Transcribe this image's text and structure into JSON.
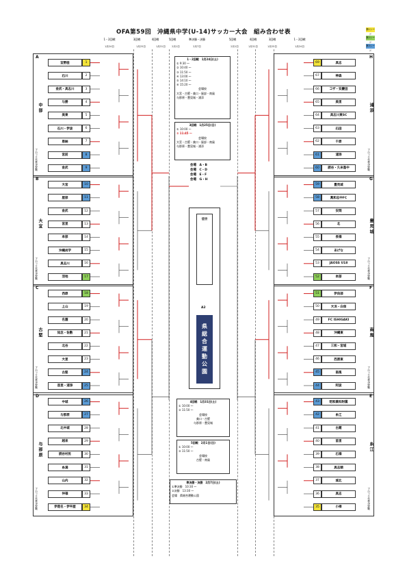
{
  "title": "OFA第59回　沖縄県中学(U-14)サッカー大会　組み合わせ表",
  "legend": [
    {
      "label": "第1シード",
      "color": "#f3e33a"
    },
    {
      "label": "第2シード",
      "color": "#8fcf5a"
    },
    {
      "label": "第3シード",
      "color": "#5b9bd5"
    }
  ],
  "rounds_left": [
    "1・2回戦",
    "3回戦",
    "4回戦",
    "5回戦",
    "準決勝・決勝"
  ],
  "rounds_right": [
    "5回戦",
    "4回戦",
    "3回戦",
    "1・2回戦"
  ],
  "round_dates_left": [
    "1月24日",
    "1月25日",
    "1月31日",
    "2月1日",
    "2月7日"
  ],
  "round_dates_right": [
    "2月1日",
    "1月31日",
    "1月25日",
    "1月24日"
  ],
  "groups": [
    {
      "letter": "A",
      "area": "中部",
      "block_label": "1〜2回戦",
      "teams": [
        {
          "num": "1",
          "name": "宜野座",
          "seed": "1"
        },
        {
          "num": "2",
          "name": "石川",
          "seed": ""
        },
        {
          "num": "3",
          "name": "金武・具志川",
          "seed": ""
        },
        {
          "num": "4",
          "name": "与勝",
          "seed": ""
        },
        {
          "num": "5",
          "name": "美東",
          "seed": ""
        },
        {
          "num": "6",
          "name": "石川・伊波",
          "seed": ""
        },
        {
          "num": "7",
          "name": "恩納",
          "seed": ""
        },
        {
          "num": "8",
          "name": "宮前",
          "seed": "3"
        },
        {
          "num": "9",
          "name": "金武",
          "seed": "3"
        }
      ]
    },
    {
      "letter": "B",
      "area": "大宜",
      "block_label": "1〜2回戦",
      "teams": [
        {
          "num": "10",
          "name": "大宮",
          "seed": "3"
        },
        {
          "num": "11",
          "name": "屋部",
          "seed": "3"
        },
        {
          "num": "12",
          "name": "金武",
          "seed": ""
        },
        {
          "num": "13",
          "name": "宮里",
          "seed": ""
        },
        {
          "num": "14",
          "name": "本部",
          "seed": ""
        },
        {
          "num": "15",
          "name": "沖縄尚学",
          "seed": ""
        },
        {
          "num": "16",
          "name": "具志川",
          "seed": ""
        },
        {
          "num": "17",
          "name": "羽地",
          "seed": "2"
        }
      ]
    },
    {
      "letter": "C",
      "area": "古堅",
      "block_label": "1〜2回戦",
      "teams": [
        {
          "num": "18",
          "name": "西原",
          "seed": "2"
        },
        {
          "num": "19",
          "name": "上山",
          "seed": ""
        },
        {
          "num": "20",
          "name": "名護",
          "seed": ""
        },
        {
          "num": "21",
          "name": "知念・佐敷",
          "seed": ""
        },
        {
          "num": "22",
          "name": "北谷",
          "seed": ""
        },
        {
          "num": "23",
          "name": "大里",
          "seed": ""
        },
        {
          "num": "24",
          "name": "古堅",
          "seed": "3"
        },
        {
          "num": "25",
          "name": "首里・浦添",
          "seed": "3"
        }
      ]
    },
    {
      "letter": "D",
      "area": "与那原",
      "block_label": "1〜2回戦",
      "teams": [
        {
          "num": "26",
          "name": "中城",
          "seed": "3"
        },
        {
          "num": "27",
          "name": "与那原",
          "seed": "3"
        },
        {
          "num": "28",
          "name": "北中城",
          "seed": ""
        },
        {
          "num": "29",
          "name": "越来",
          "seed": ""
        },
        {
          "num": "30",
          "name": "読谷村民",
          "seed": ""
        },
        {
          "num": "31",
          "name": "糸満",
          "seed": ""
        },
        {
          "num": "32",
          "name": "山内",
          "seed": ""
        },
        {
          "num": "33",
          "name": "仲嶺",
          "seed": ""
        },
        {
          "num": "34",
          "name": "伊是名・伊平屋",
          "seed": "1"
        }
      ]
    },
    {
      "letter": "H",
      "area": "浦添",
      "block_label": "1〜2回戦",
      "teams": [
        {
          "num": "69",
          "name": "具志",
          "seed": "1"
        },
        {
          "num": "67",
          "name": "神森",
          "seed": ""
        },
        {
          "num": "66",
          "name": "コザ・安慶田",
          "seed": ""
        },
        {
          "num": "65",
          "name": "美里",
          "seed": ""
        },
        {
          "num": "64",
          "name": "具志川東SC",
          "seed": ""
        },
        {
          "num": "63",
          "name": "石田",
          "seed": ""
        },
        {
          "num": "62",
          "name": "千原",
          "seed": ""
        },
        {
          "num": "61",
          "name": "浦添",
          "seed": "3"
        },
        {
          "num": "60",
          "name": "読谷・久米島中",
          "seed": "3"
        }
      ]
    },
    {
      "letter": "G",
      "area": "豊見城",
      "block_label": "1〜2回戦",
      "teams": [
        {
          "num": "59",
          "name": "豊見城",
          "seed": "3"
        },
        {
          "num": "58",
          "name": "真和志中FC",
          "seed": "3"
        },
        {
          "num": "57",
          "name": "安岡",
          "seed": ""
        },
        {
          "num": "56",
          "name": "北",
          "seed": ""
        },
        {
          "num": "55",
          "name": "長嶺",
          "seed": ""
        },
        {
          "num": "54",
          "name": "あげな",
          "seed": ""
        },
        {
          "num": "53",
          "name": "JAOSS U18",
          "seed": ""
        },
        {
          "num": "52",
          "name": "本部",
          "seed": "2"
        }
      ]
    },
    {
      "letter": "F",
      "area": "南風",
      "block_label": "1〜2回戦",
      "teams": [
        {
          "num": "51",
          "name": "伊良部",
          "seed": "2"
        },
        {
          "num": "50",
          "name": "大浜・白保",
          "seed": ""
        },
        {
          "num": "49",
          "name": "FC ISHIGAKI",
          "seed": ""
        },
        {
          "num": "48",
          "name": "沖縄東",
          "seed": ""
        },
        {
          "num": "47",
          "name": "三和・宮城",
          "seed": ""
        },
        {
          "num": "46",
          "name": "西原東",
          "seed": ""
        },
        {
          "num": "45",
          "name": "南風",
          "seed": "3"
        },
        {
          "num": "44",
          "name": "阿波",
          "seed": "3"
        }
      ]
    },
    {
      "letter": "E",
      "area": "糸江",
      "block_label": "1〜2回戦",
      "teams": [
        {
          "num": "43",
          "name": "昭和薬科附属",
          "seed": "3"
        },
        {
          "num": "42",
          "name": "糸江",
          "seed": "3"
        },
        {
          "num": "41",
          "name": "古蔵",
          "seed": ""
        },
        {
          "num": "40",
          "name": "首里",
          "seed": ""
        },
        {
          "num": "39",
          "name": "石嶺",
          "seed": ""
        },
        {
          "num": "38",
          "name": "具志頭",
          "seed": ""
        },
        {
          "num": "37",
          "name": "城北",
          "seed": ""
        },
        {
          "num": "36",
          "name": "具志",
          "seed": ""
        },
        {
          "num": "35",
          "name": "小禄",
          "seed": "1"
        }
      ]
    }
  ],
  "schedule_1": {
    "header": "1・2回戦　1月24日(土)",
    "lines": [
      "① 9:30 〜",
      "② 10:40 〜",
      "③ 11:50 〜",
      "④ 13:00 〜",
      "⑤ 14:10 〜",
      "⑥ 15:20 〜"
    ],
    "venue": "会場校",
    "venues_detail": "大宮・古堅・美口・屋部・南風",
    "venues_detail2": "与那原・豊見城・浦添"
  },
  "schedule_2": {
    "header": "3回戦　1月25日(日)",
    "lines": [
      "① 10:00 〜"
    ],
    "red_line": "② 11:45 〜",
    "venue": "会場校",
    "venues_detail": "大宮・古堅・美口・屋部・南風",
    "venues_detail2": "与那原・豊見城・浦添"
  },
  "court_legend": [
    {
      "label": "会場",
      "value": "A・B"
    },
    {
      "label": "会場",
      "value": "C・D"
    },
    {
      "label": "会場",
      "value": "E・F"
    },
    {
      "label": "会場",
      "value": "G・H"
    }
  ],
  "center_label": "優勝",
  "venue_label": "県総合運動公園",
  "final_code": "A2",
  "schedule_3": {
    "header": "4回戦　1月31日(土)",
    "lines": [
      "① 10:00 〜",
      "② 11:50 〜"
    ],
    "venue": "会場校",
    "venues_detail": "美口・古堅",
    "venues_detail2": "与那原・豊見城"
  },
  "schedule_4": {
    "header": "5回戦　2月1日(日)",
    "lines": [
      "① 10:00 〜",
      "② 11:50 〜"
    ],
    "venue": "会場校",
    "venues_detail": "古堅・南風"
  },
  "schedule_final": {
    "header": "準決勝・決勝　2月7日(土)",
    "lines": [
      "①準決勝　10:30 〜",
      "②決勝　13:30 〜"
    ],
    "venue": "会場　県総合運動公園"
  },
  "block_side_label": "ブロック代表決定戦"
}
